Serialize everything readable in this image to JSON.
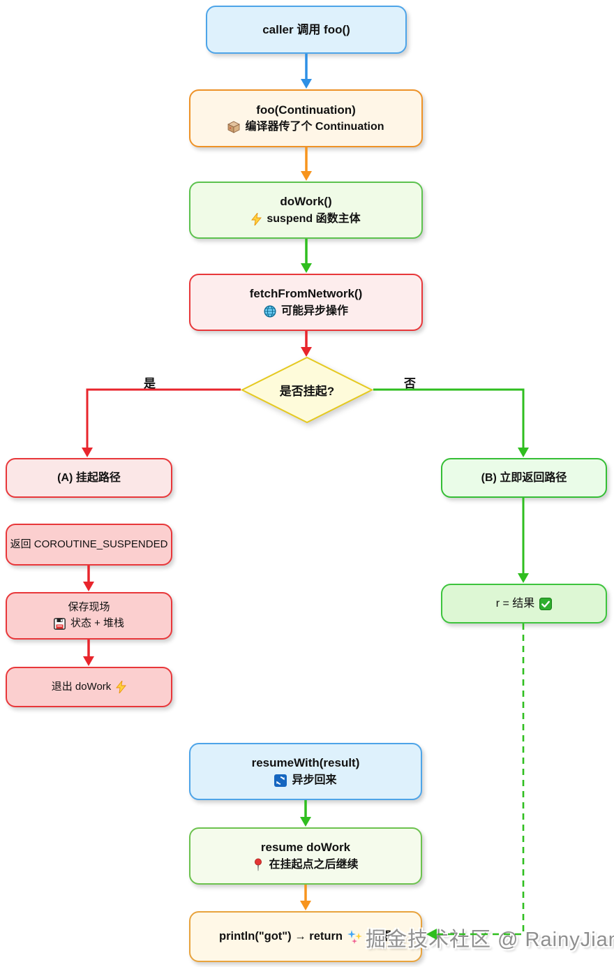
{
  "diagram": {
    "watermark": "掘金技术社区 @ RainyJiang",
    "edge_labels": {
      "yes": "是",
      "no": "否"
    },
    "nodes": {
      "caller": {
        "title": "caller 调用 foo()"
      },
      "foo": {
        "title": "foo(Continuation)",
        "subtitle": "编译器传了个 Continuation",
        "icon": "package-icon"
      },
      "dowork": {
        "title": "doWork()",
        "subtitle": "suspend 函数主体",
        "icon": "lightning-icon"
      },
      "fetch": {
        "title": "fetchFromNetwork()",
        "subtitle": "可能异步操作",
        "icon": "globe-icon"
      },
      "decision": {
        "title": "是否挂起?"
      },
      "path_a": {
        "title": "(A) 挂起路径"
      },
      "return_suspended": {
        "title": "返回 COROUTINE_SUSPENDED"
      },
      "save_state": {
        "title": "保存现场",
        "subtitle": "状态 + 堆栈",
        "icon": "floppy-icon"
      },
      "exit_dowork": {
        "title": "退出 doWork",
        "icon": "lightning-icon"
      },
      "path_b": {
        "title": "(B) 立即返回路径"
      },
      "result": {
        "title": "r = 结果",
        "icon": "check-icon"
      },
      "resume_with": {
        "title": "resumeWith(result)",
        "subtitle": "异步回来",
        "icon": "refresh-icon"
      },
      "resume_dowork": {
        "title": "resume doWork",
        "subtitle": "在挂起点之后继续",
        "icon": "pin-icon"
      },
      "println_return": {
        "title": "println(\"got\") → return",
        "suffix": "结果",
        "icon": "sparkles-icon"
      }
    },
    "colors": {
      "blue_border": "#4DA4E8",
      "blue_fill": "#DEF1FC",
      "blue_arrow": "#2E90E5",
      "orange_border": "#EE9227",
      "orange_fill": "#FFF6E7",
      "orange_arrow": "#F7941D",
      "green_border": "#5CC24E",
      "green_fill": "#F0FBE7",
      "green_arrow": "#2FBE1F",
      "red_border": "#E8373A",
      "red_fill": "#FDEDED",
      "red_arrow": "#E8252C",
      "pink_fill_light": "#FBE7E7",
      "pink_fill": "#FBCFCF",
      "mint_border": "#35BE35",
      "mint_fill": "#EAFCE8",
      "mint_fill_deep": "#DDF7D4",
      "diamond_fill": "#FEFBDA",
      "diamond_border": "#E5C91F",
      "cream_fill": "#FFF8E7",
      "cream_border": "#E8A33D",
      "watermark_gray": "#8F8F8F"
    }
  }
}
